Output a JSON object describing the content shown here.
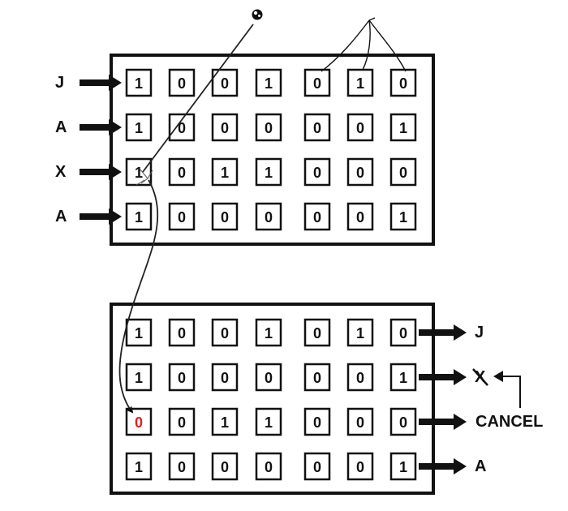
{
  "colors": {
    "ink": "#111111",
    "flipped_bit": "#e0201b"
  },
  "top_panel": {
    "rows": [
      {
        "label": "J",
        "bits": [
          "1",
          "0",
          "0",
          "1",
          "0",
          "1",
          "0"
        ]
      },
      {
        "label": "A",
        "bits": [
          "1",
          "0",
          "0",
          "0",
          "0",
          "0",
          "1"
        ]
      },
      {
        "label": "X",
        "bits": [
          "1",
          "0",
          "1",
          "1",
          "0",
          "0",
          "0"
        ]
      },
      {
        "label": "A",
        "bits": [
          "1",
          "0",
          "0",
          "0",
          "0",
          "0",
          "1"
        ]
      }
    ]
  },
  "bottom_panel": {
    "rows": [
      {
        "label": "J",
        "bits": [
          "1",
          "0",
          "0",
          "1",
          "0",
          "1",
          "0"
        ]
      },
      {
        "label": "X",
        "bits": [
          "1",
          "0",
          "0",
          "0",
          "0",
          "0",
          "1"
        ]
      },
      {
        "label": "CANCEL",
        "bits": [
          "0",
          "0",
          "1",
          "1",
          "0",
          "0",
          "0"
        ]
      },
      {
        "label": "A",
        "bits": [
          "1",
          "0",
          "0",
          "0",
          "0",
          "0",
          "1"
        ]
      }
    ],
    "flipped_cell": {
      "row": 2,
      "col": 0
    }
  }
}
